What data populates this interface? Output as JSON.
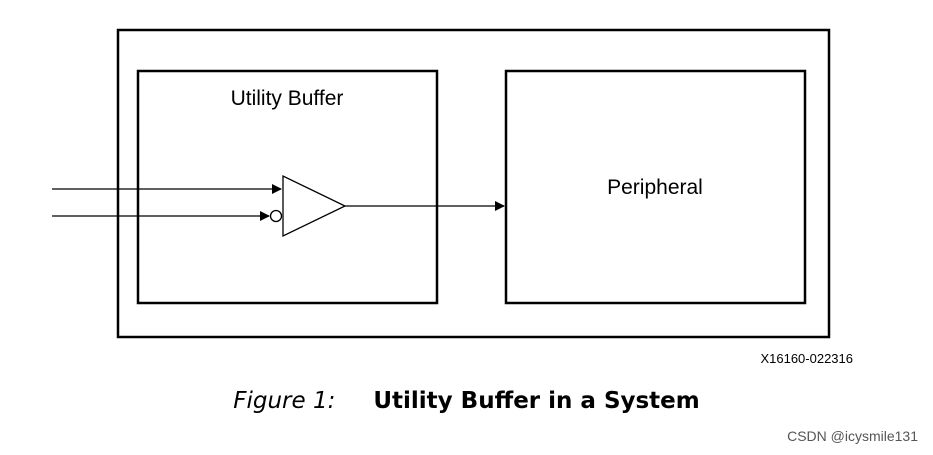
{
  "diagram": {
    "buffer_block_label": "Utility Buffer",
    "peripheral_block_label": "Peripheral",
    "doc_id": "X16160-022316"
  },
  "caption": {
    "figure_number": "Figure 1:",
    "title": "Utility Buffer in a System"
  },
  "watermark": "CSDN @icysmile131"
}
